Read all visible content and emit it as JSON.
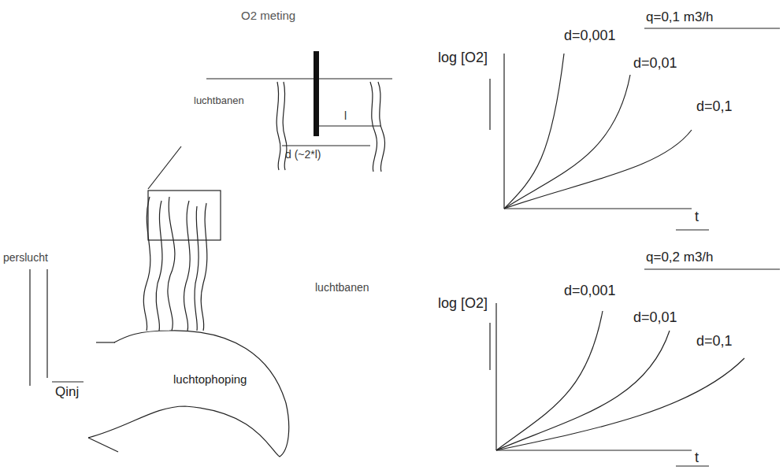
{
  "diagram": {
    "nodes": [
      {
        "text": [
          "luchtophoping"
        ]
      }
    ],
    "labels": [
      "O2 meting",
      "luchtbanen",
      "l",
      "d (~2*l)",
      "perslucht",
      "luchtbanen",
      "Qinj",
      "q=0,1 m3/h",
      "log [O2]",
      "d=0,001",
      "d=0,01",
      "d=0,1",
      "t",
      "q=0,2 m3/h",
      "log [O2]",
      "d=0,001",
      "d=0,01",
      "d=0,1",
      "t"
    ]
  }
}
